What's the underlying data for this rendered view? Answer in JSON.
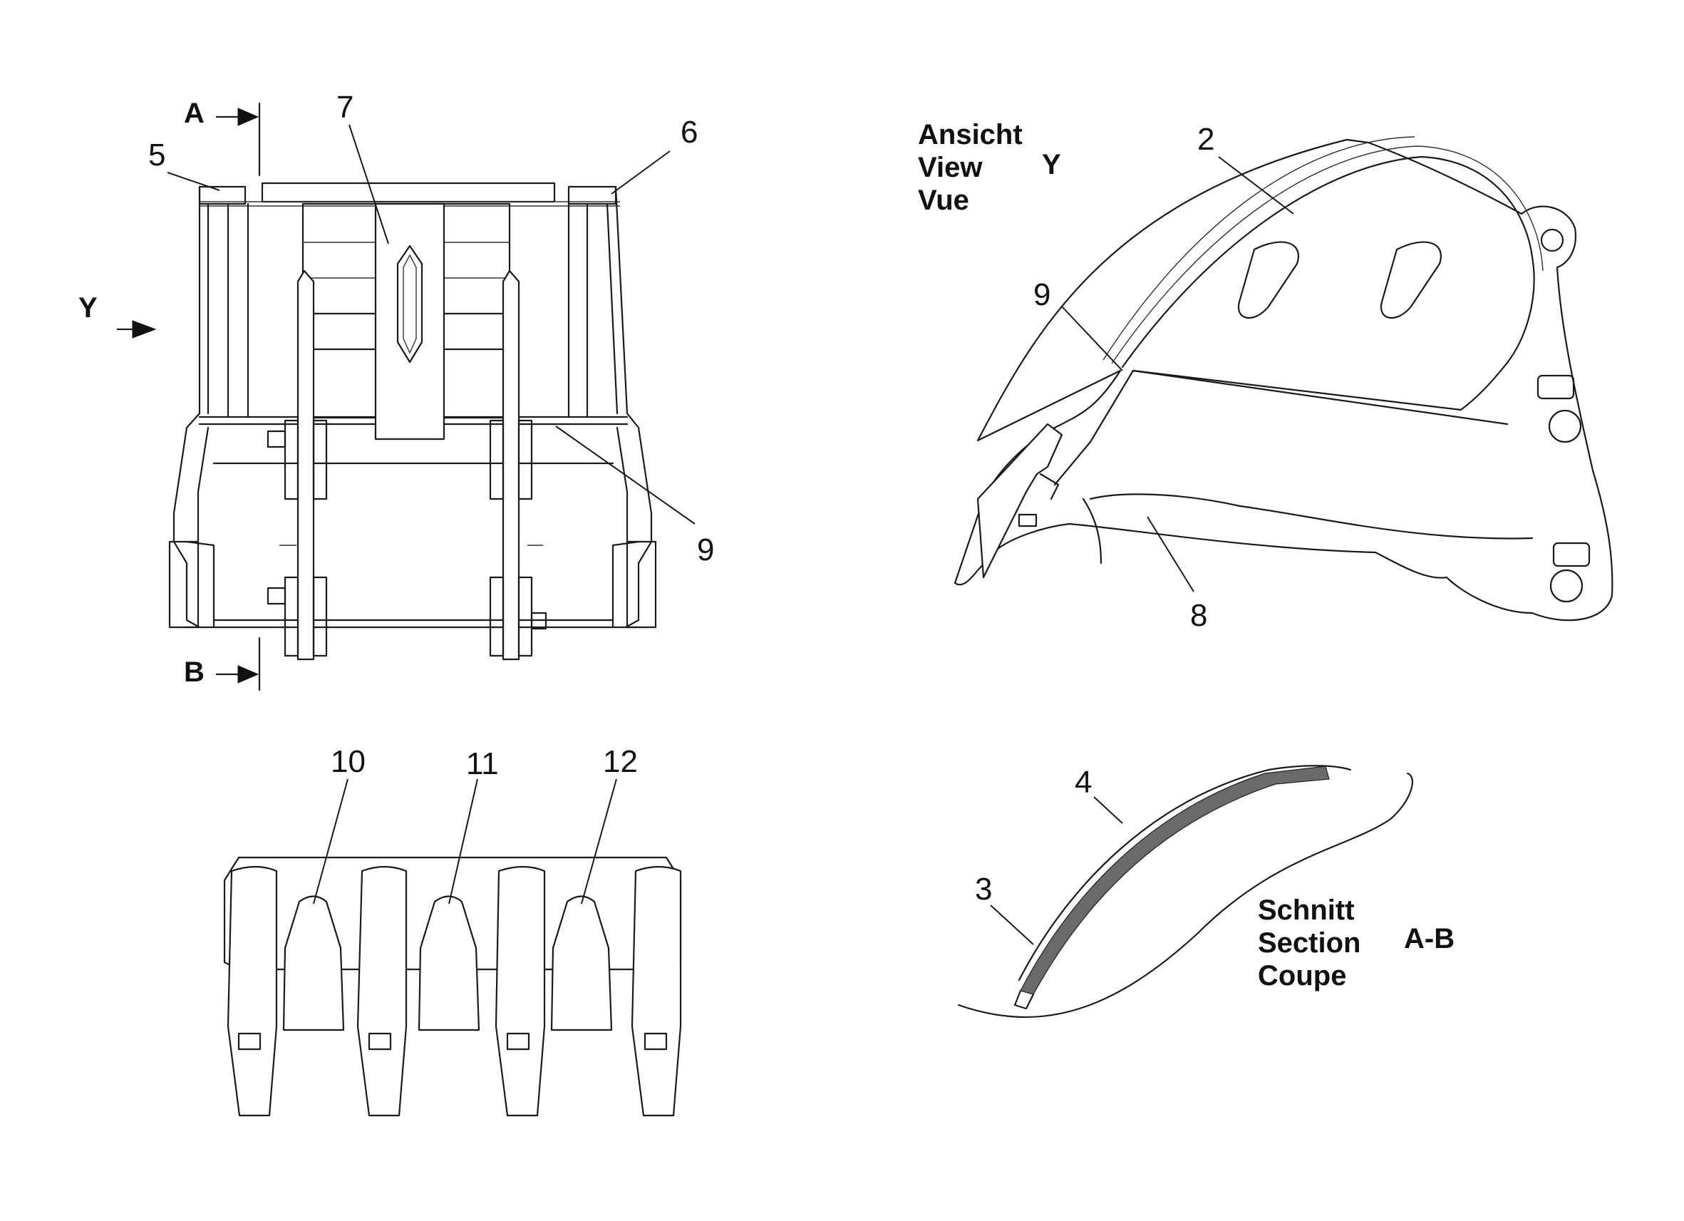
{
  "callouts": {
    "front": [
      "5",
      "7",
      "6",
      "9"
    ],
    "side": [
      "2",
      "9",
      "8"
    ],
    "teeth": [
      "10",
      "11",
      "12"
    ],
    "section": [
      "4",
      "3"
    ]
  },
  "section_markers": {
    "a": "A",
    "b": "B",
    "y": "Y"
  },
  "view_title": {
    "de": "Ansicht",
    "en": "View",
    "fr": "Vue",
    "ref": "Y"
  },
  "section_title": {
    "de": "Schnitt",
    "en": "Section",
    "fr": "Coupe",
    "ref": "A-B"
  }
}
